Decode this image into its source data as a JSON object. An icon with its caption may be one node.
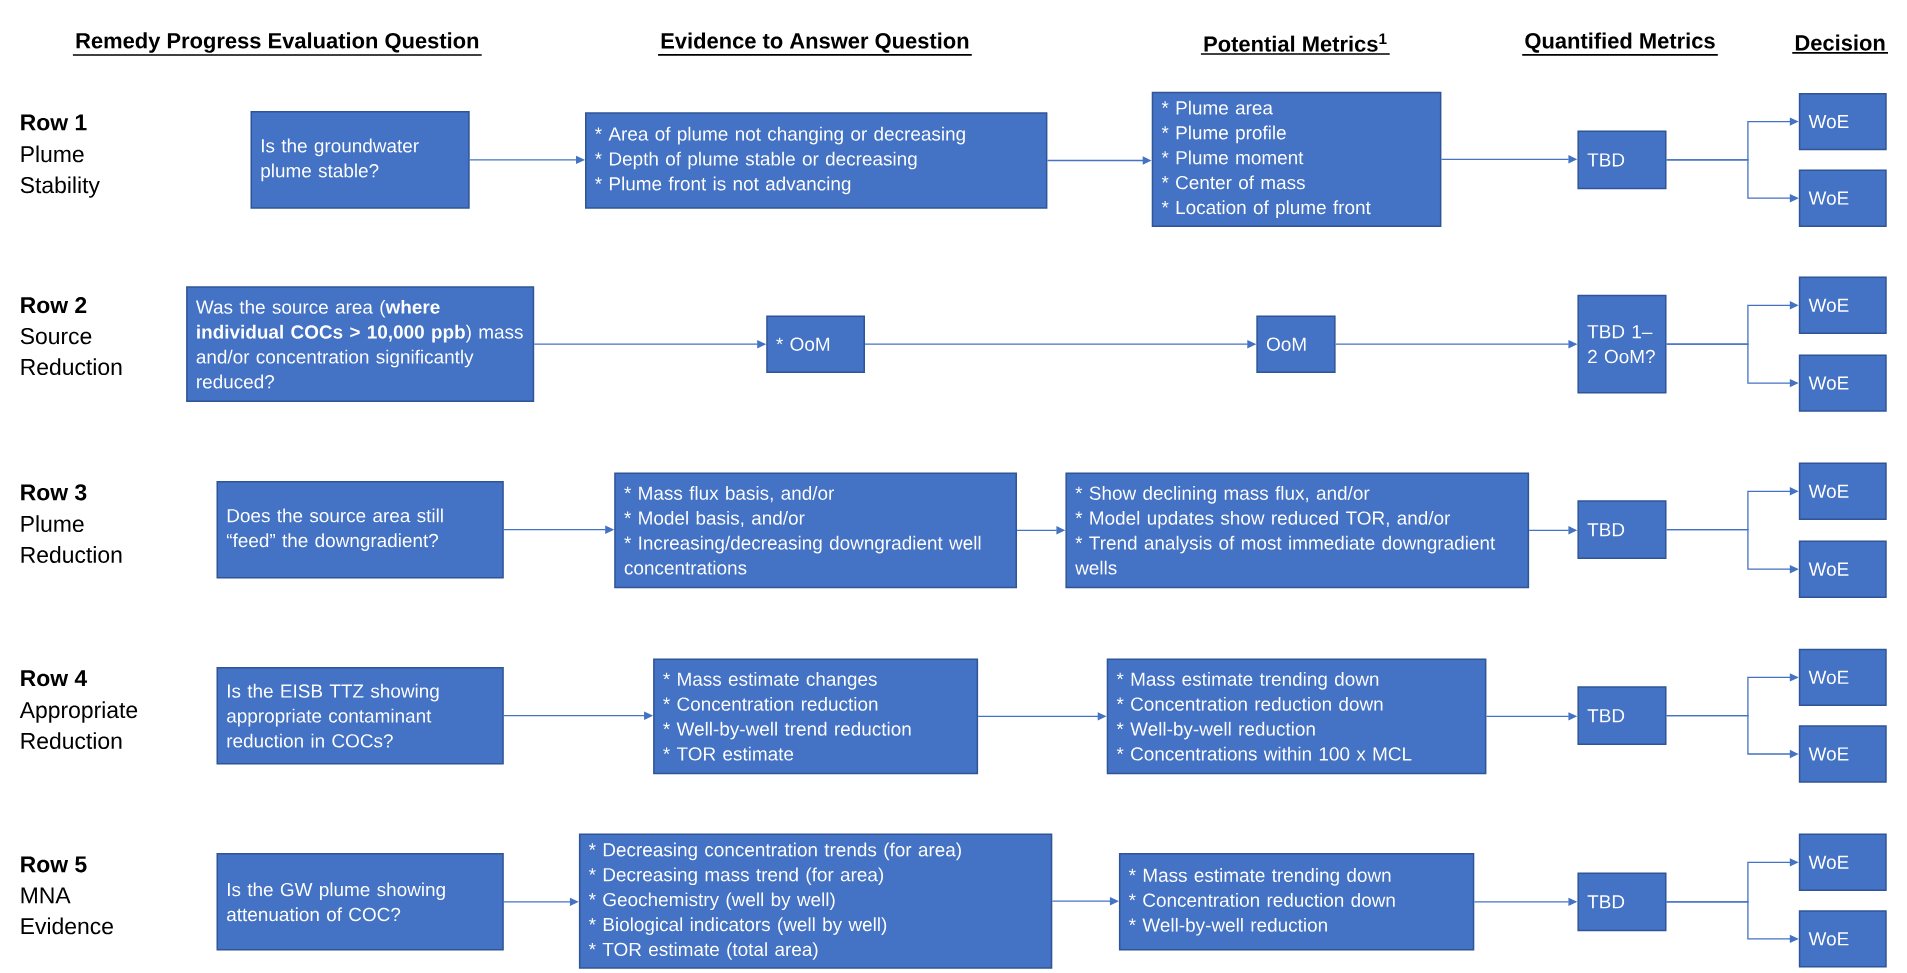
{
  "diagram": {
    "nodes": [
      {
        "text": [
          "Is the groundwater plume stable?"
        ]
      },
      {
        "text": [
          "* Area of plume not changing or decreasing",
          "* Depth of plume stable or decreasing",
          "* Plume front is not advancing"
        ]
      },
      {
        "text": [
          "* Plume area",
          "* Plume profile",
          "* Plume moment",
          "* Center of mass",
          "* Location of plume front"
        ]
      },
      {
        "text": [
          "TBD"
        ]
      },
      {
        "text": [
          "WoE"
        ]
      },
      {
        "text": [
          "WoE"
        ]
      },
      {
        "text": [
          "Was the source area (**where individual COCs > 10,000 ppb**) mass and/or concentration significantly reduced?"
        ]
      },
      {
        "text": [
          "* OoM"
        ]
      },
      {
        "text": [
          "OoM"
        ]
      },
      {
        "text": [
          "TBD 1–2 OoM?"
        ]
      },
      {
        "text": [
          "WoE"
        ]
      },
      {
        "text": [
          "WoE"
        ]
      },
      {
        "text": [
          "Does the source area still “feed” the downgradient?"
        ]
      },
      {
        "text": [
          "* Mass flux basis, and/or",
          "* Model basis, and/or",
          "* Increasing/decreasing downgradient well concentrations"
        ]
      },
      {
        "text": [
          "* Show declining mass flux, and/or",
          "* Model updates show reduced TOR, and/or",
          "* Trend analysis of most immediate downgradient wells"
        ]
      },
      {
        "text": [
          "TBD"
        ]
      },
      {
        "text": [
          "WoE"
        ]
      },
      {
        "text": [
          "WoE"
        ]
      },
      {
        "text": [
          "Is the EISB TTZ showing appropriate contaminant reduction in COCs?"
        ]
      },
      {
        "text": [
          "* Mass estimate changes",
          "* Concentration reduction",
          "* Well-by-well trend reduction",
          "* TOR estimate"
        ]
      },
      {
        "text": [
          "* Mass estimate trending down",
          "* Concentration reduction down",
          "* Well-by-well reduction",
          "* Concentrations within 100 x MCL"
        ]
      },
      {
        "text": [
          "TBD"
        ]
      },
      {
        "text": [
          "WoE"
        ]
      },
      {
        "text": [
          "WoE"
        ]
      },
      {
        "text": [
          "Is the GW plume showing attenuation of COC?"
        ]
      },
      {
        "text": [
          "* Decreasing concentration trends (for area)",
          "* Decreasing mass trend (for area)",
          "* Geochemistry (well by well)",
          "* Biological indicators (well by well)",
          "* TOR estimate (total area)"
        ]
      },
      {
        "text": [
          "* Mass estimate trending down",
          "* Concentration reduction down",
          "* Well-by-well reduction"
        ]
      },
      {
        "text": [
          "TBD"
        ]
      },
      {
        "text": [
          "WoE"
        ]
      },
      {
        "text": [
          "WoE"
        ]
      }
    ],
    "edges": [
      {
        "from": 0,
        "to": 1,
        "arrow": "to"
      },
      {
        "from": 1,
        "to": 2,
        "arrow": "to"
      },
      {
        "from": 2,
        "to": 3,
        "arrow": "to"
      },
      {
        "from": 3,
        "to": 4,
        "arrow": "to"
      },
      {
        "from": 3,
        "to": 5,
        "arrow": "to"
      },
      {
        "from": 6,
        "to": 7,
        "arrow": "to"
      },
      {
        "from": 7,
        "to": 8,
        "arrow": "to"
      },
      {
        "from": 8,
        "to": 9,
        "arrow": "to"
      },
      {
        "from": 9,
        "to": 10,
        "arrow": "to"
      },
      {
        "from": 9,
        "to": 11,
        "arrow": "to"
      },
      {
        "from": 12,
        "to": 13,
        "arrow": "to"
      },
      {
        "from": 13,
        "to": 14,
        "arrow": "to"
      },
      {
        "from": 14,
        "to": 15,
        "arrow": "to"
      },
      {
        "from": 15,
        "to": 16,
        "arrow": "to"
      },
      {
        "from": 15,
        "to": 17,
        "arrow": "to"
      },
      {
        "from": 18,
        "to": 19,
        "arrow": "to"
      },
      {
        "from": 19,
        "to": 20,
        "arrow": "to"
      },
      {
        "from": 20,
        "to": 21,
        "arrow": "to"
      },
      {
        "from": 21,
        "to": 22,
        "arrow": "to"
      },
      {
        "from": 21,
        "to": 23,
        "arrow": "to"
      },
      {
        "from": 24,
        "to": 25,
        "arrow": "to"
      },
      {
        "from": 25,
        "to": 26,
        "arrow": "to"
      },
      {
        "from": 26,
        "to": 27,
        "arrow": "to"
      },
      {
        "from": 27,
        "to": 28,
        "arrow": "to"
      },
      {
        "from": 27,
        "to": 29,
        "arrow": "to"
      }
    ],
    "labels": [
      "Remedy Progress Evaluation Question",
      "Evidence to Answer Question",
      "Potential Metrics$^{1}$",
      "Quantified Metrics",
      "Decision",
      "Row 1",
      "Plume Stability",
      "Row 2",
      "Source Reduction",
      "Row 3",
      "Plume Reduction",
      "Row 4",
      "Appropriate Reduction",
      "Row 5",
      "MNA Evidence"
    ]
  }
}
